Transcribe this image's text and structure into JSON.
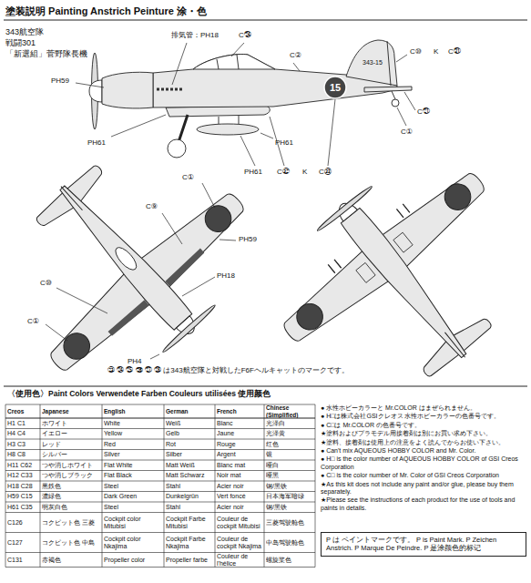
{
  "diagram": {
    "title": "塗装説明 Painting Anstrich Peinture 涂・色",
    "nodes": [
      {
        "text": [
          "P は ペイントマークです。 P is Paint Mark. P Zeichen Anstrich. P Marque De Peindre. P 是涂颜色的标记"
        ]
      }
    ],
    "labels": [
      "343航空隊",
      "戦闘301",
      "「新選組」菅野隊長機",
      "排気管：PH18",
      "C㉔",
      "C②",
      "C⑩",
      "K",
      "C㉛",
      "PH59",
      "343-15",
      "15",
      "C㉑",
      "C①",
      "PH61",
      "PH61",
      "PH61",
      "C㉜",
      "K",
      "C㉝",
      "C①",
      "C⑨",
      "PH59",
      "PH18",
      "C⑩",
      "C①",
      "PH4",
      "㉓ ㉔ ㉕ ㉖ ㉗ ㉘ は343航空隊と対戦したF6Fヘルキャットのマークです。",
      "〈使用色〉Paint Colors Verwendete Farben Couleurs utilisées 使用颜色",
      "Creos",
      "Japanese",
      "English",
      "German",
      "French",
      "Chinese (Simplified)",
      "H1 C1",
      "ホワイト",
      "White",
      "Weiß",
      "Blanc",
      "光泽白",
      "H4 C4",
      "イエロー",
      "Yellow",
      "Gelb",
      "Jaune",
      "光泽黄",
      "H3 C3",
      "レッド",
      "Red",
      "Rot",
      "Rouge",
      "红色",
      "H8 C8",
      "シルバー",
      "Silver",
      "Silber",
      "Argent",
      "银",
      "H11 C62",
      "つや消しホワイト",
      "Flat White",
      "Matt Weiß",
      "Blanc mat",
      "哑白",
      "H12 C33",
      "つや消しブラック",
      "Flat Black",
      "Matt Schwarz",
      "Noir mat",
      "哑黑",
      "H18 C28",
      "黒鉄色",
      "Steel",
      "Stahl",
      "Acier noir",
      "钢/黑铁",
      "H59 C15",
      "濃緑色",
      "Dark Green",
      "Dunkelgrün",
      "Vert foncé",
      "日本海军暗绿",
      "H61 C35",
      "明灰白色",
      "Steel",
      "Stahl",
      "Acier noir",
      "钢/黑铁",
      "C126",
      "コクピット色 三菱",
      "Cockpit color Mitubisi",
      "Cockpit Farbe Mitubisi",
      "Couleur de cockpit Mitubisi",
      "三菱驾驶舱色",
      "C127",
      "コクピット色 中島",
      "Cockpit color Nkajima",
      "Cockpit Farbe Nkajima",
      "Couleur de cockpit Nkajima",
      "中岛驾驶舱色",
      "C131",
      "赤褐色",
      "Propeller color",
      "Propeller farbe",
      "Couleur de l'hélice",
      "螺旋桨色",
      "● 水性ホビーカラーと Mr.COLOR はまぜられません。",
      "● H□は株式会社GSIクレオス 水性ホビーカラーの色番号です。",
      "● C□は Mr.COLOR の色番号です。",
      "★塗料およびプラモデル用接着剤は別にお買い求め下さい。",
      "★塗料、接着剤は使用上の注意をよく読んでからお使い下さい。",
      "● Can't mix AQUEOUS HOBBY COLOR and Mr. Color.",
      "● H□ is the color number of AQUEOUS HOBBY COLOR of GSI Creos Corporation",
      "● C□ is the color number of Mr. Color of GSI Creos Corporation",
      "★As this kit does not include any paint and/or glue, please buy them separately.",
      "★Please see the instructions of each product for the use of tools and paints in details."
    ]
  }
}
